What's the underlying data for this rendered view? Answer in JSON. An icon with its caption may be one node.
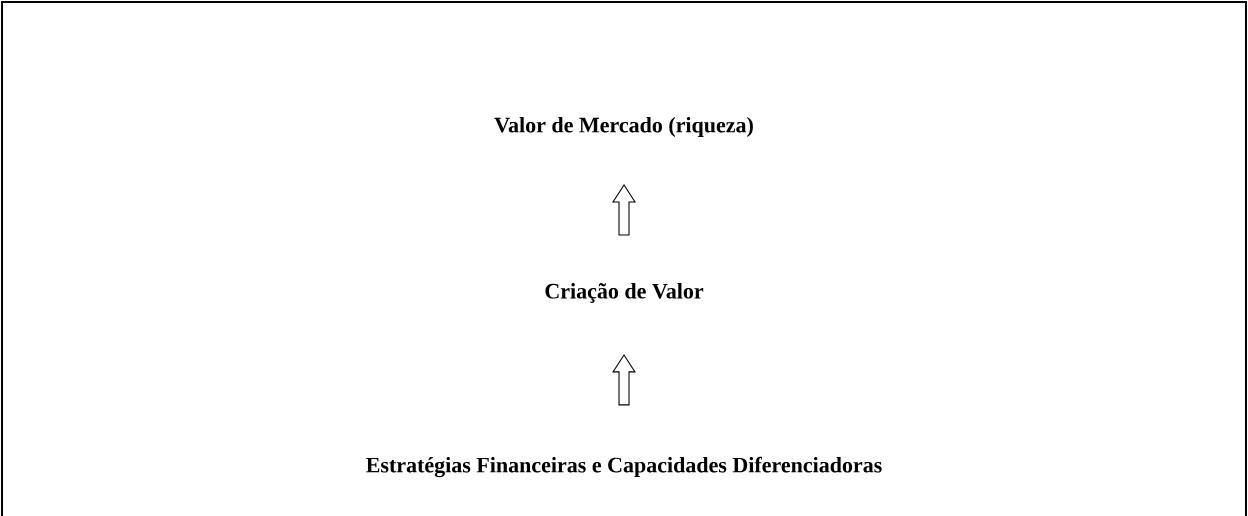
{
  "diagram": {
    "nodes": [
      {
        "text": [
          "Valor de Mercado (riqueza)"
        ]
      },
      {
        "text": [
          "Criação de Valor"
        ]
      },
      {
        "text": [
          "Estratégias Financeiras e Capacidades Diferenciadoras"
        ]
      }
    ],
    "edges": [
      {
        "from": 1,
        "to": 0,
        "arrow": "to"
      },
      {
        "from": 2,
        "to": 1,
        "arrow": "to"
      }
    ]
  }
}
